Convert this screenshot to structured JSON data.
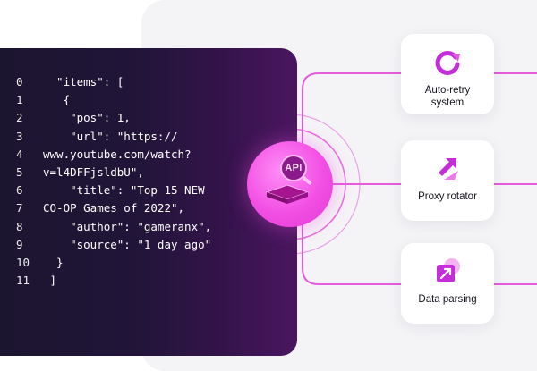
{
  "code": {
    "lines": [
      {
        "num": "0",
        "text": "  \"items\": ["
      },
      {
        "num": "1",
        "text": "   {"
      },
      {
        "num": "2",
        "text": "    \"pos\": 1,"
      },
      {
        "num": "3",
        "text": "    \"url\": \"https://"
      },
      {
        "num": "4",
        "text": "www.youtube.com/watch?"
      },
      {
        "num": "5",
        "text": "v=l4DFFjsldbU\","
      },
      {
        "num": "6",
        "text": "    \"title\": \"Top 15 NEW"
      },
      {
        "num": "7",
        "text": "CO-OP Games of 2022\","
      },
      {
        "num": "8",
        "text": "    \"author\": \"gameranx\","
      },
      {
        "num": "9",
        "text": "    \"source\": \"1 day ago\""
      },
      {
        "num": "10",
        "text": "  }"
      },
      {
        "num": "11",
        "text": " ]"
      }
    ]
  },
  "hub": {
    "label": "API"
  },
  "features": [
    {
      "label": "Auto-retry\nsystem",
      "icon": "refresh-icon"
    },
    {
      "label": "Proxy rotator",
      "icon": "rotate-arrows-icon"
    },
    {
      "label": "Data parsing",
      "icon": "expand-arrow-icon"
    }
  ],
  "colors": {
    "accent": "#e94ee0",
    "accent_dark": "#a11fb0",
    "code_bg": "#1c1530"
  }
}
